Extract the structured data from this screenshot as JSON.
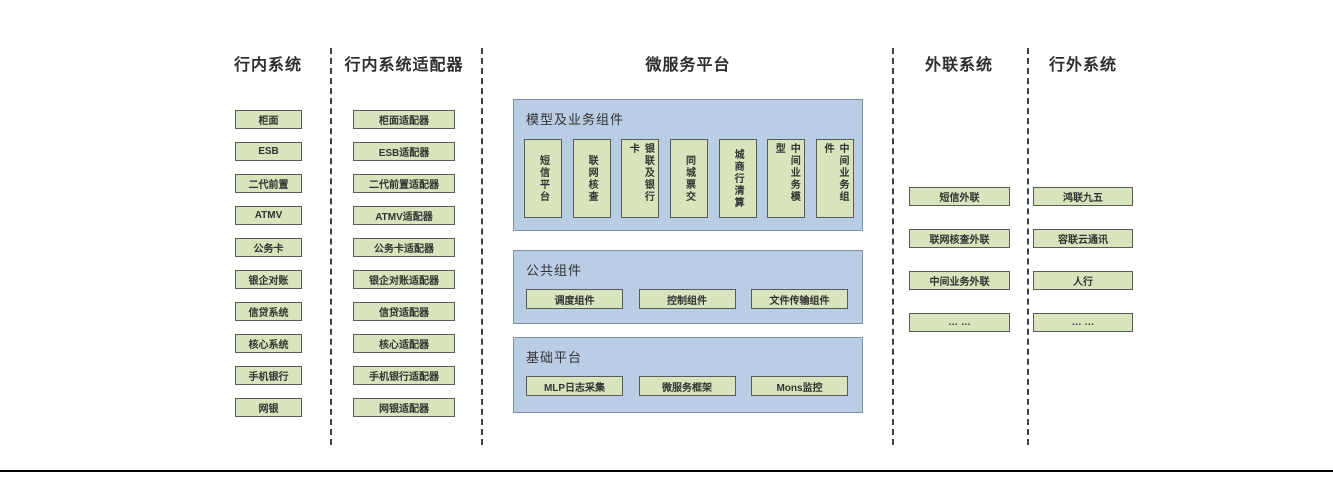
{
  "diagram": {
    "colors": {
      "box_fill": "#d8e4bc",
      "box_border": "#5a5a5a",
      "panel_fill": "#b9cde5",
      "panel_border": "#7f8ea0"
    },
    "columns": {
      "internal_systems": {
        "heading": "行内系统",
        "items": [
          "柜面",
          "ESB",
          "二代前置",
          "ATMV",
          "公务卡",
          "银企对账",
          "信贷系统",
          "核心系统",
          "手机银行",
          "网银"
        ]
      },
      "internal_adapters": {
        "heading": "行内系统适配器",
        "items": [
          "柜面适配器",
          "ESB适配器",
          "二代前置适配器",
          "ATMV适配器",
          "公务卡适配器",
          "银企对账适配器",
          "信贷适配器",
          "核心适配器",
          "手机银行适配器",
          "网银适配器"
        ]
      },
      "microservice_platform": {
        "heading": "微服务平台",
        "panels": {
          "model_business": {
            "title": "模型及业务组件",
            "items": [
              "短信平台",
              "联网核查",
              "银联及银行卡",
              "同城票交",
              "城商行清算",
              "中间业务模型",
              "中间业务组件"
            ]
          },
          "common_components": {
            "title": "公共组件",
            "items": [
              "调度组件",
              "控制组件",
              "文件传输组件"
            ]
          },
          "base_platform": {
            "title": "基础平台",
            "items": [
              "MLP日志采集",
              "微服务框架",
              "Mons监控"
            ]
          }
        }
      },
      "external_link_systems": {
        "heading": "外联系统",
        "items": [
          "短信外联",
          "联网核查外联",
          "中间业务外联",
          "… …"
        ]
      },
      "outside_systems": {
        "heading": "行外系统",
        "items": [
          "鸿联九五",
          "容联云通讯",
          "人行",
          "… …"
        ]
      }
    }
  }
}
